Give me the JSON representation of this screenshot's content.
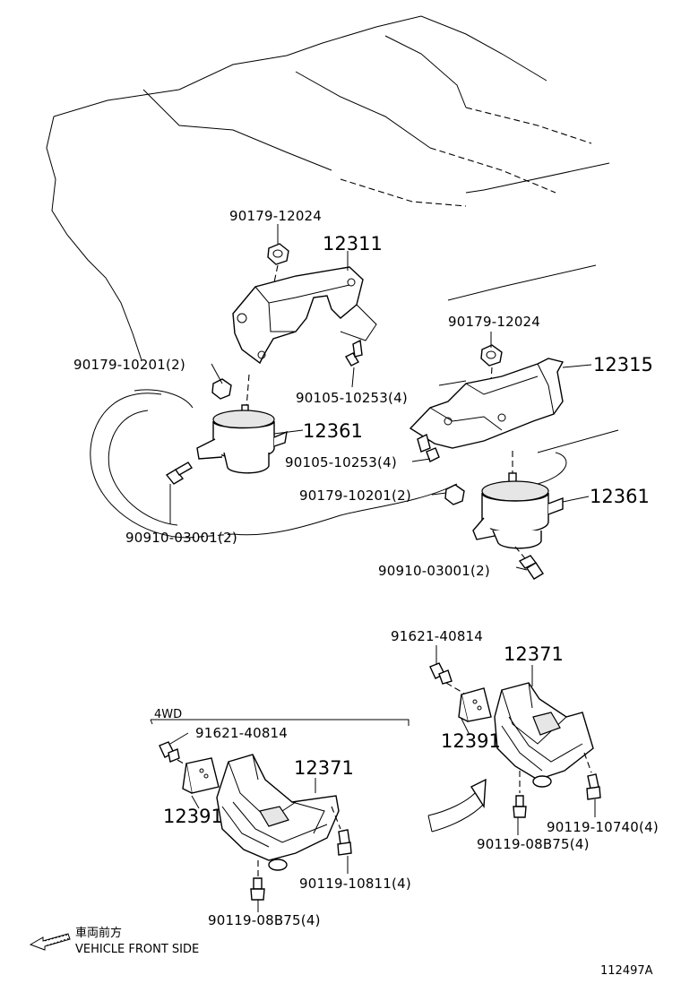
{
  "labels": {
    "upper_left": {
      "nut_top": "90179-12024",
      "bracket": "12311",
      "nut_left": "90179-10201(2)",
      "bolt_mid": "90105-10253(4)",
      "insulator": "12361",
      "bolt_bottom": "90910-03001(2)"
    },
    "upper_right": {
      "nut_top": "90179-12024",
      "bracket": "12315",
      "bolt_left": "90105-10253(4)",
      "nut_left": "90179-10201(2)",
      "insulator": "12361",
      "bolt_bottom": "90910-03001(2)"
    },
    "lower_right": {
      "bolt_top": "91621-40814",
      "mount": "12371",
      "stopper": "12391",
      "bolt_right": "90119-10740(4)",
      "bolt_bottom": "90119-08B75(4)"
    },
    "lower_left": {
      "variant": "4WD",
      "bolt_top": "91621-40814",
      "stopper": "12391",
      "mount": "12371",
      "bolt_right": "90119-10811(4)",
      "bolt_bottom": "90119-08B75(4)"
    }
  },
  "legend": {
    "japanese": "車両前方",
    "english": "VEHICLE FRONT SIDE"
  },
  "diagram_id": "112497A"
}
